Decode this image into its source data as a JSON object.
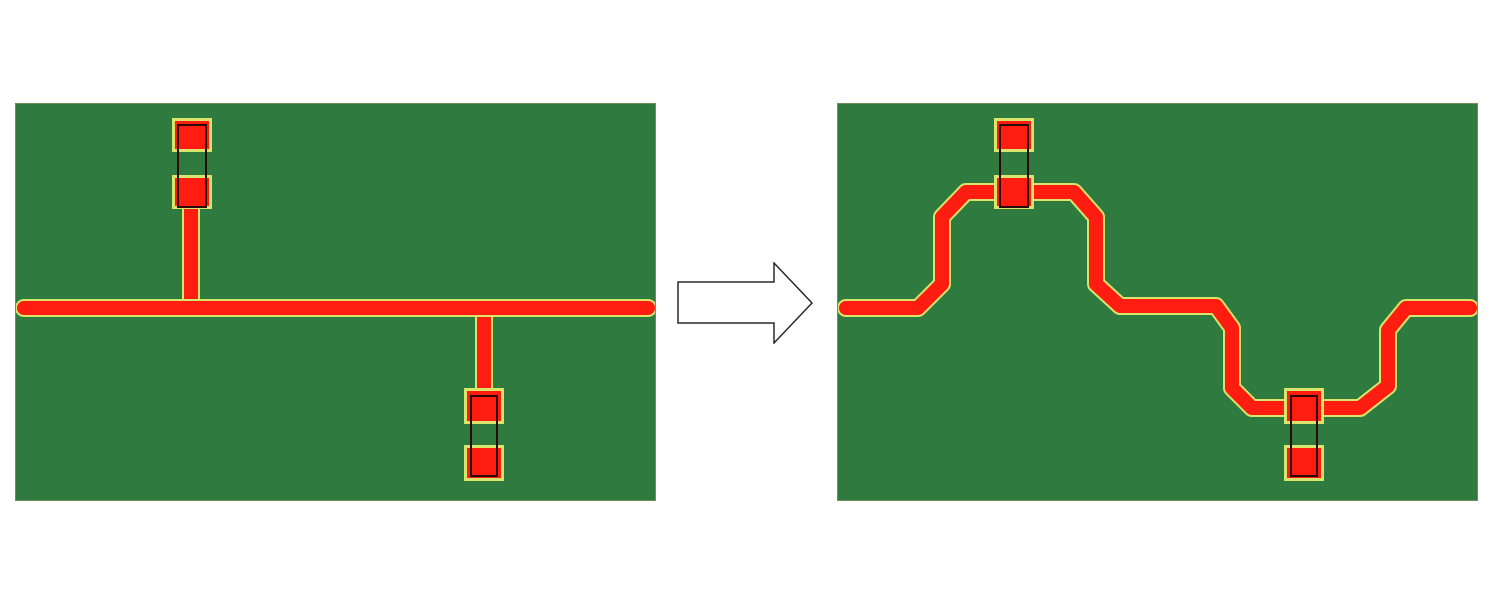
{
  "colors": {
    "board_fill": "#2f7a3f",
    "trace_fill": "#ff1d12",
    "trace_halo": "#d8e46a",
    "pad_fill": "#ff1d12",
    "pad_outline": "#2a0a08",
    "arrow_fill": "#ffffff",
    "arrow_stroke": "#2a2a2a"
  },
  "panels": [
    {
      "name": "before",
      "description_icon": "pcb-board-straight-trace-with-stubs"
    },
    {
      "name": "after",
      "description_icon": "pcb-board-meandered-trace-through-pads"
    }
  ],
  "transition_icon": "right-arrow-icon"
}
